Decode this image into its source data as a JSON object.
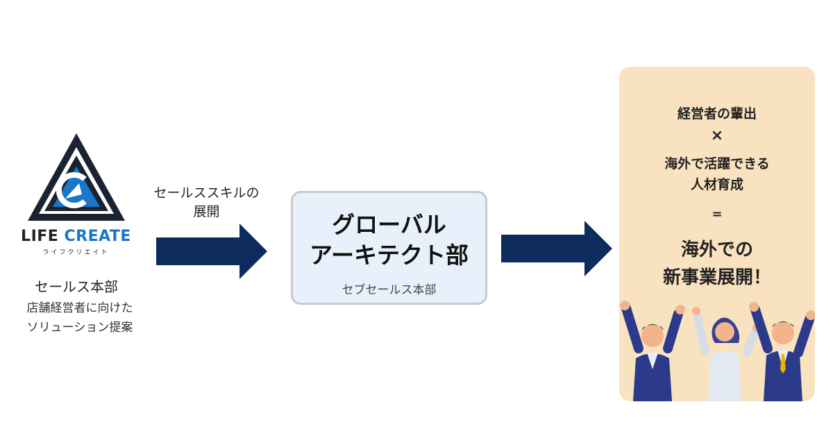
{
  "logo": {
    "word_part1": "LIFE",
    "word_part2": "CREATE",
    "kana": "ライフクリエイト",
    "accent_color": "#1a76c8",
    "dark_color": "#1b2333"
  },
  "source": {
    "title": "セールス本部",
    "subtitle_line1": "店舗経営者に向けた",
    "subtitle_line2": "ソリューション提案"
  },
  "arrow1_label": {
    "line1": "セールススキルの",
    "line2": "展開"
  },
  "center": {
    "title_line1": "グローバル",
    "title_line2": "アーキテクト部",
    "subtitle": "セブセールス本部"
  },
  "outcome": {
    "line1": "経営者の輩出",
    "times": "×",
    "line2a": "海外で活躍できる",
    "line2b": "人材育成",
    "equals": "=",
    "line3a": "海外での",
    "line3b": "新事業展開！"
  },
  "colors": {
    "arrow": "#0d2b5c",
    "center_bg": "#e8f1fb",
    "panel_bg": "#f9e2bf"
  },
  "icons": {
    "logo": "triangle-c-logo",
    "people": "cheering-business-people-illustration"
  }
}
